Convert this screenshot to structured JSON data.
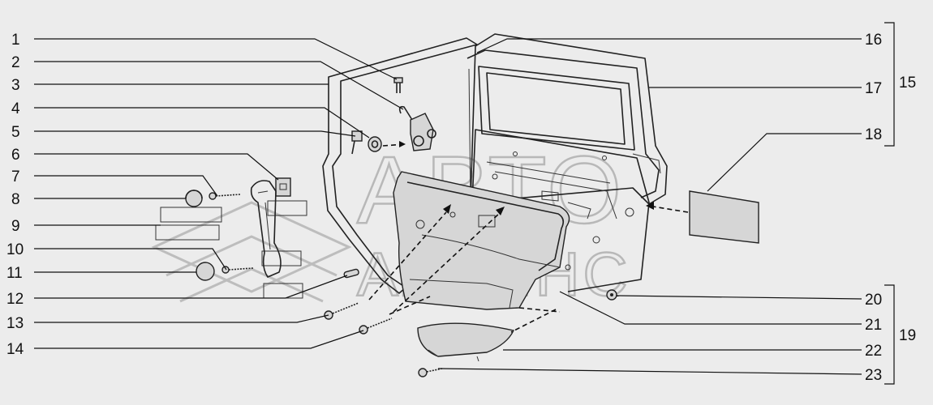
{
  "watermark": {
    "line1": "АВТО",
    "line2": "АЛЬЯНС"
  },
  "callouts": {
    "c1": "1",
    "c2": "2",
    "c3": "3",
    "c4": "4",
    "c5": "5",
    "c6": "6",
    "c7": "7",
    "c8": "8",
    "c9": "9",
    "c10": "10",
    "c11": "11",
    "c12": "12",
    "c13": "13",
    "c14": "14",
    "c16": "16",
    "c17": "17",
    "c18": "18",
    "c20": "20",
    "c21": "21",
    "c22": "22",
    "c23": "23"
  },
  "groups": {
    "g15": "15",
    "g19": "19"
  }
}
